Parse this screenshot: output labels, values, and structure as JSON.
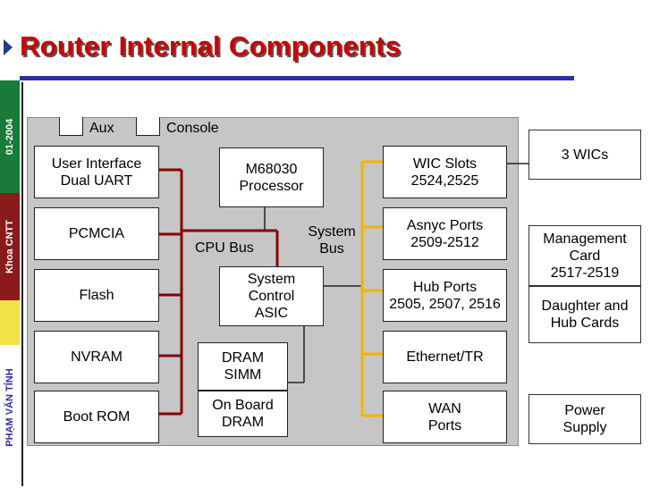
{
  "title": "Router Internal Components",
  "sidebar": {
    "date": "01-2004",
    "dept": "Khoa CNTT",
    "author": "PHẠM VĂN TÍNH"
  },
  "top_labels": {
    "aux": "Aux",
    "console": "Console"
  },
  "left_boxes": [
    {
      "label": "User Interface\nDual UART"
    },
    {
      "label": "PCMCIA"
    },
    {
      "label": "Flash"
    },
    {
      "label": "NVRAM"
    },
    {
      "label": "Boot ROM"
    }
  ],
  "center": {
    "processor": "M68030\nProcessor",
    "cpu_bus": "CPU Bus",
    "asic": "System\nControl\nASIC",
    "dram": "DRAM\nSIMM",
    "onboard": "On Board\nDRAM",
    "system_bus": "System\nBus"
  },
  "right_boxes": [
    {
      "label": "WIC Slots\n2524,2525"
    },
    {
      "label": "Asnyc Ports\n2509-2512"
    },
    {
      "label": "Hub Ports\n2505, 2507, 2516"
    },
    {
      "label": "Ethernet/TR"
    },
    {
      "label": "WAN\nPorts"
    }
  ],
  "external": {
    "wics": "3 WICs",
    "mgmt": "Management\nCard\n2517-2519",
    "daughter": "Daughter and\nHub Cards",
    "power": "Power\nSupply"
  },
  "colors": {
    "cpu_bus": "#8b0000",
    "system_bus": "#f0b400",
    "title": "#cc0000",
    "title_rule": "#2e2ea8",
    "sidebar_date_bg": "#1a7a3a",
    "sidebar_dept_bg": "#8b1a1a",
    "sidebar_mid_bg": "#f2e24a",
    "sidebar_author_bg": "#ffffff"
  }
}
